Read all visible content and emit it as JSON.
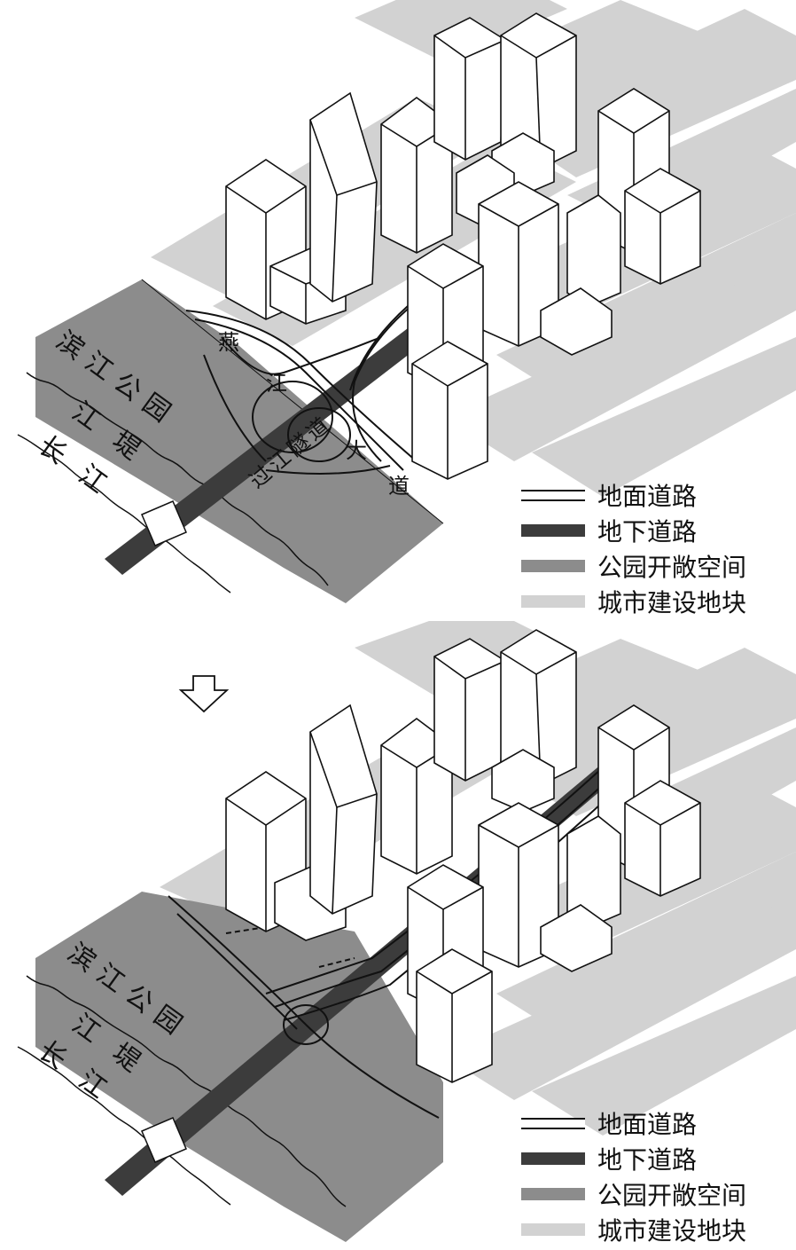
{
  "labels": {
    "park": "滨江公园",
    "levee": "江堤",
    "river": "长江",
    "tunnel": "过江隧道",
    "avenue_left": "燕",
    "avenue_mid": "江",
    "avenue_right": "大",
    "avenue_end": "道"
  },
  "legend": [
    {
      "key": "surface",
      "text": "地面道路"
    },
    {
      "key": "underground",
      "text": "地下道路"
    },
    {
      "key": "park",
      "text": "公园开敞空间"
    },
    {
      "key": "plot",
      "text": "城市建设地块"
    }
  ],
  "colors": {
    "plot": "#d2d2d2",
    "park": "#8c8c8c",
    "underground": "#3c3c3c",
    "line": "#111111"
  },
  "icons": {
    "arrow": "down-arrow-icon"
  }
}
